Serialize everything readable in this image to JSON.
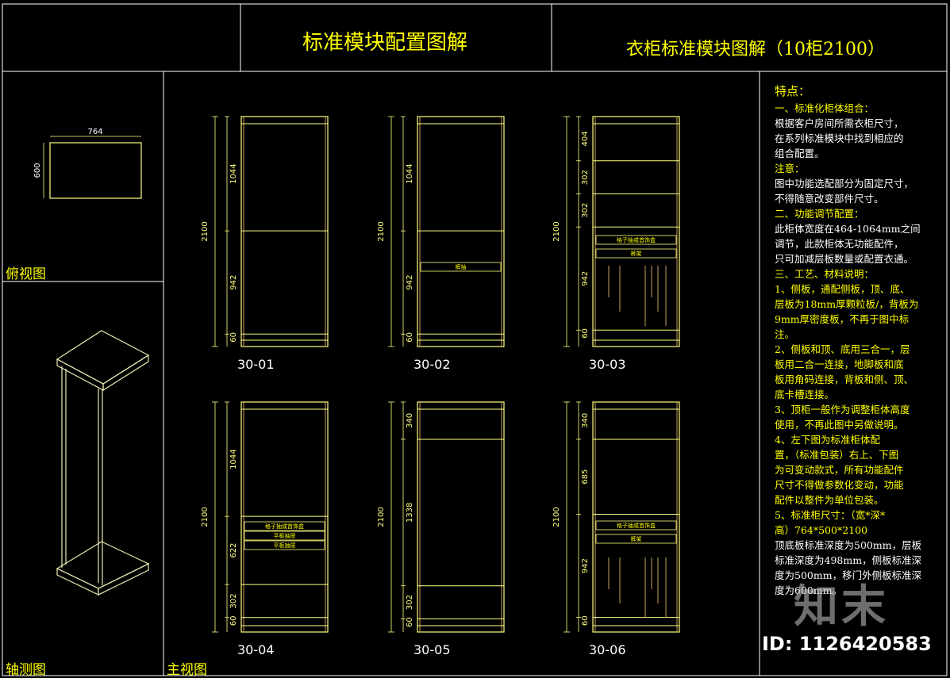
{
  "header": {
    "title_left": "标准模块配置图解",
    "title_right": "衣柜标准模块图解（10柜2100）"
  },
  "views": {
    "top_view_label": "俯视图",
    "axonometric_label": "轴测图",
    "front_view_label": "主视图",
    "top_view_width": "764",
    "top_view_depth": "600"
  },
  "cabinets": [
    {
      "code": "30-01",
      "total": "2100",
      "dims": [
        "1044",
        "942",
        "60"
      ],
      "labels": []
    },
    {
      "code": "30-02",
      "total": "2100",
      "dims": [
        "1044",
        "942",
        "60"
      ],
      "labels": [
        "裤抽"
      ]
    },
    {
      "code": "30-03",
      "total": "2100",
      "dims": [
        "404",
        "302",
        "302",
        "942",
        "60"
      ],
      "labels": [
        "格子抽或首饰盒",
        "裤架"
      ]
    },
    {
      "code": "30-04",
      "total": "2100",
      "dims": [
        "1044",
        "622",
        "302",
        "60"
      ],
      "labels": [
        "格子抽或首饰盒",
        "平板抽屉",
        "平板抽屉"
      ]
    },
    {
      "code": "30-05",
      "total": "2100",
      "dims": [
        "340",
        "1338",
        "302",
        "60"
      ],
      "labels": []
    },
    {
      "code": "30-06",
      "total": "2100",
      "dims": [
        "340",
        "685",
        "942",
        "60"
      ],
      "labels": [
        "格子抽或首饰盒",
        "裤架"
      ]
    }
  ],
  "notes": [
    {
      "text": "特点：",
      "style": "head"
    },
    {
      "text": "一、标准化柜体组合：",
      "style": "y"
    },
    {
      "text": "根据客户房间所需衣柜尺寸，",
      "style": "w"
    },
    {
      "text": "在系列标准模块中找到相应的",
      "style": "w"
    },
    {
      "text": "组合配置。",
      "style": "w"
    },
    {
      "text": "注意：",
      "style": "y"
    },
    {
      "text": "图中功能选配部分为固定尺寸，",
      "style": "w"
    },
    {
      "text": "不得随意改变部件尺寸。",
      "style": "w"
    },
    {
      "text": "二、功能调节配置：",
      "style": "y"
    },
    {
      "text": "此柜体宽度在464-1064mm之间",
      "style": "w"
    },
    {
      "text": "调节，此款柜体无功能配件，",
      "style": "w"
    },
    {
      "text": "只可加减层板数量或配置衣通。",
      "style": "w"
    },
    {
      "text": "三、工艺、材料说明：",
      "style": "y"
    },
    {
      "text": "1、侧板，通配侧板，顶、底、",
      "style": "y"
    },
    {
      "text": "层板为18mm厚颗粒板/，背板为",
      "style": "y"
    },
    {
      "text": "9mm厚密度板，不再于图中标",
      "style": "y"
    },
    {
      "text": "注。",
      "style": "y"
    },
    {
      "text": "2、侧板和顶、底用三合一，层",
      "style": "y"
    },
    {
      "text": "板用二合一连接，地脚板和底",
      "style": "y"
    },
    {
      "text": "板用角码连接，背板和侧、顶、",
      "style": "y"
    },
    {
      "text": "底卡槽连接。",
      "style": "y"
    },
    {
      "text": "3、顶柜一般作为调整柜体高度",
      "style": "y"
    },
    {
      "text": "使用，不再此图中另做说明。",
      "style": "y"
    },
    {
      "text": "4、左下图为标准柜体配",
      "style": "y"
    },
    {
      "text": "置，（标准包装）右上、下图",
      "style": "y"
    },
    {
      "text": "为可变动款式，所有功能配件",
      "style": "y"
    },
    {
      "text": "尺寸不得做参数化变动，功能",
      "style": "y"
    },
    {
      "text": "配件以整件为单位包装。",
      "style": "y"
    },
    {
      "text": "5、标准柜尺寸：（宽*深*",
      "style": "y"
    },
    {
      "text": "高）764*500*2100",
      "style": "y"
    },
    {
      "text": "顶底板标准深度为500mm，层板",
      "style": "w"
    },
    {
      "text": "标准深度为498mm，侧板标准深",
      "style": "w"
    },
    {
      "text": "度为500mm，移门外侧板标准深",
      "style": "w"
    },
    {
      "text": "度为600mm。",
      "style": "w"
    }
  ],
  "watermark": {
    "logo": "知末",
    "id": "ID: 1126420583"
  },
  "colors": {
    "background": "#000000",
    "frame": "#ffffff",
    "text": "#ffff00",
    "cabinet_line": "#ffff80",
    "panel": "#c8a060"
  }
}
